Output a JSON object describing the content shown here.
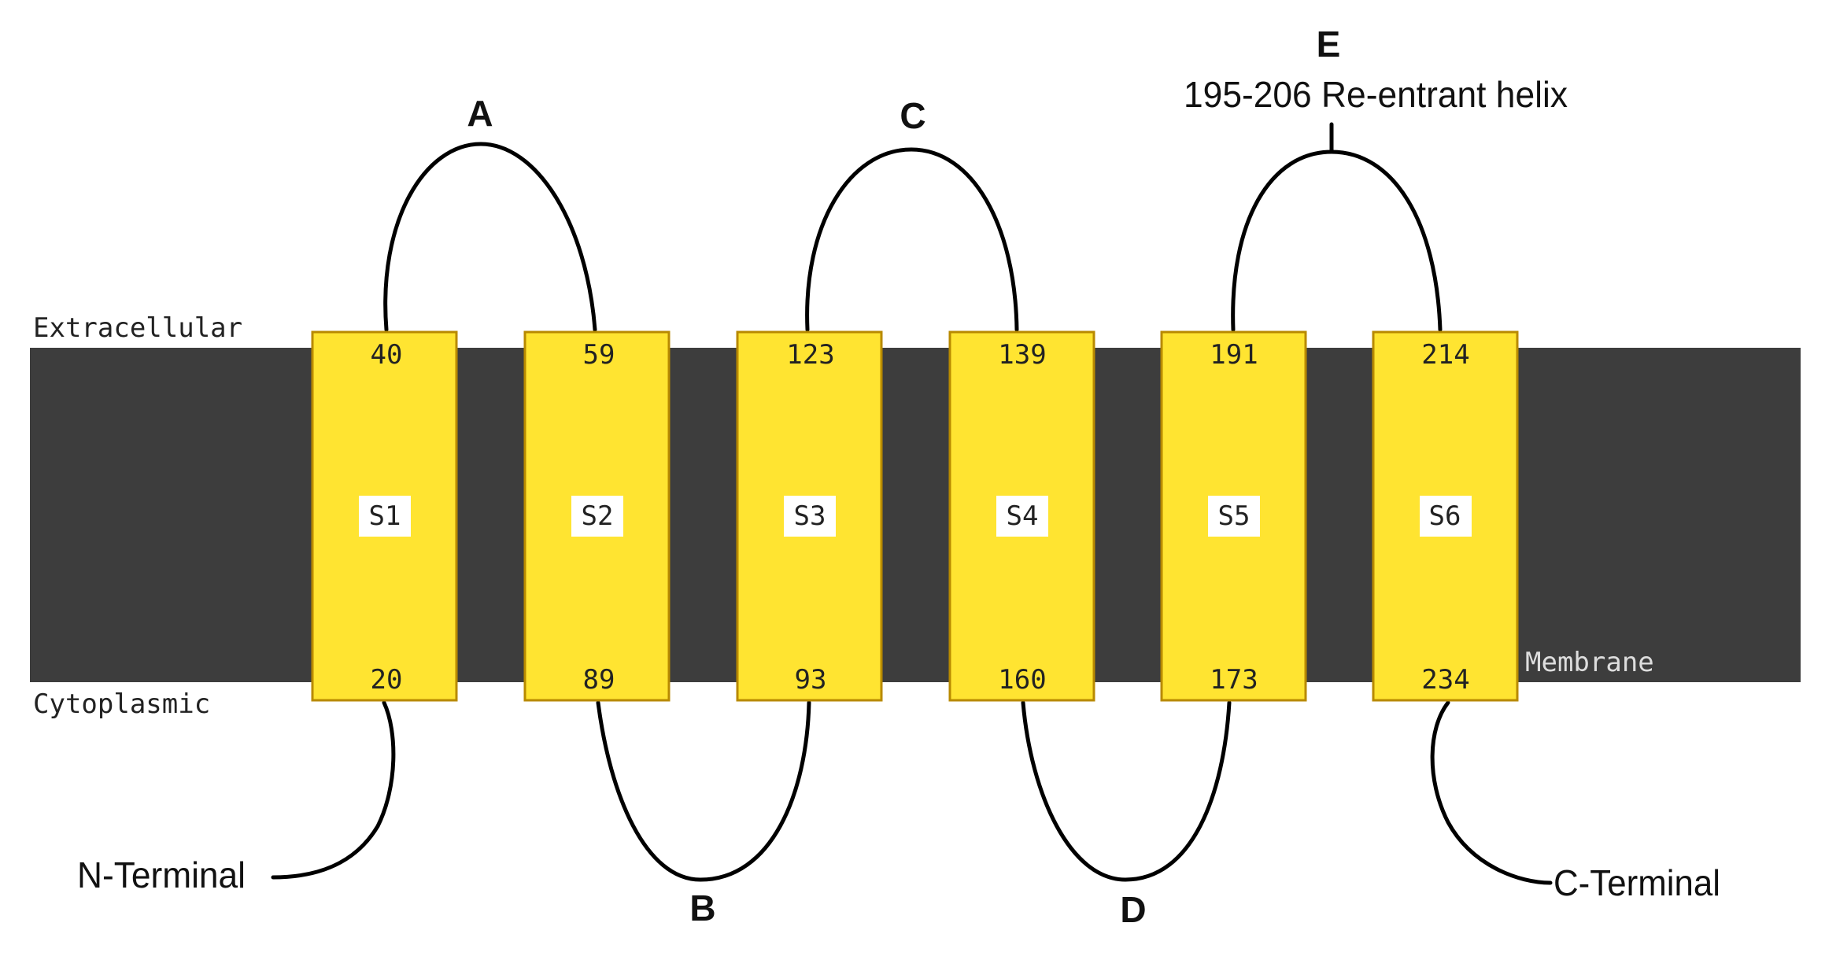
{
  "regions": {
    "extracellular": "Extracellular",
    "cytoplasmic": "Cytoplasmic",
    "membrane": "Membrane"
  },
  "helices": [
    {
      "label": "S1",
      "top": "40",
      "bottom": "20"
    },
    {
      "label": "S2",
      "top": "59",
      "bottom": "89"
    },
    {
      "label": "S3",
      "top": "123",
      "bottom": "93"
    },
    {
      "label": "S4",
      "top": "139",
      "bottom": "160"
    },
    {
      "label": "S5",
      "top": "191",
      "bottom": "173"
    },
    {
      "label": "S6",
      "top": "214",
      "bottom": "234"
    }
  ],
  "loops": {
    "a": "A",
    "b": "B",
    "c": "C",
    "d": "D",
    "e": "E",
    "e_note": "195-206 Re-entrant helix"
  },
  "termini": {
    "n": "N-Terminal",
    "c": "C-Terminal"
  },
  "colors": {
    "membrane": "#3d3d3d",
    "helix_fill": "#ffe431",
    "helix_border": "#b88a00",
    "line": "#000000"
  }
}
